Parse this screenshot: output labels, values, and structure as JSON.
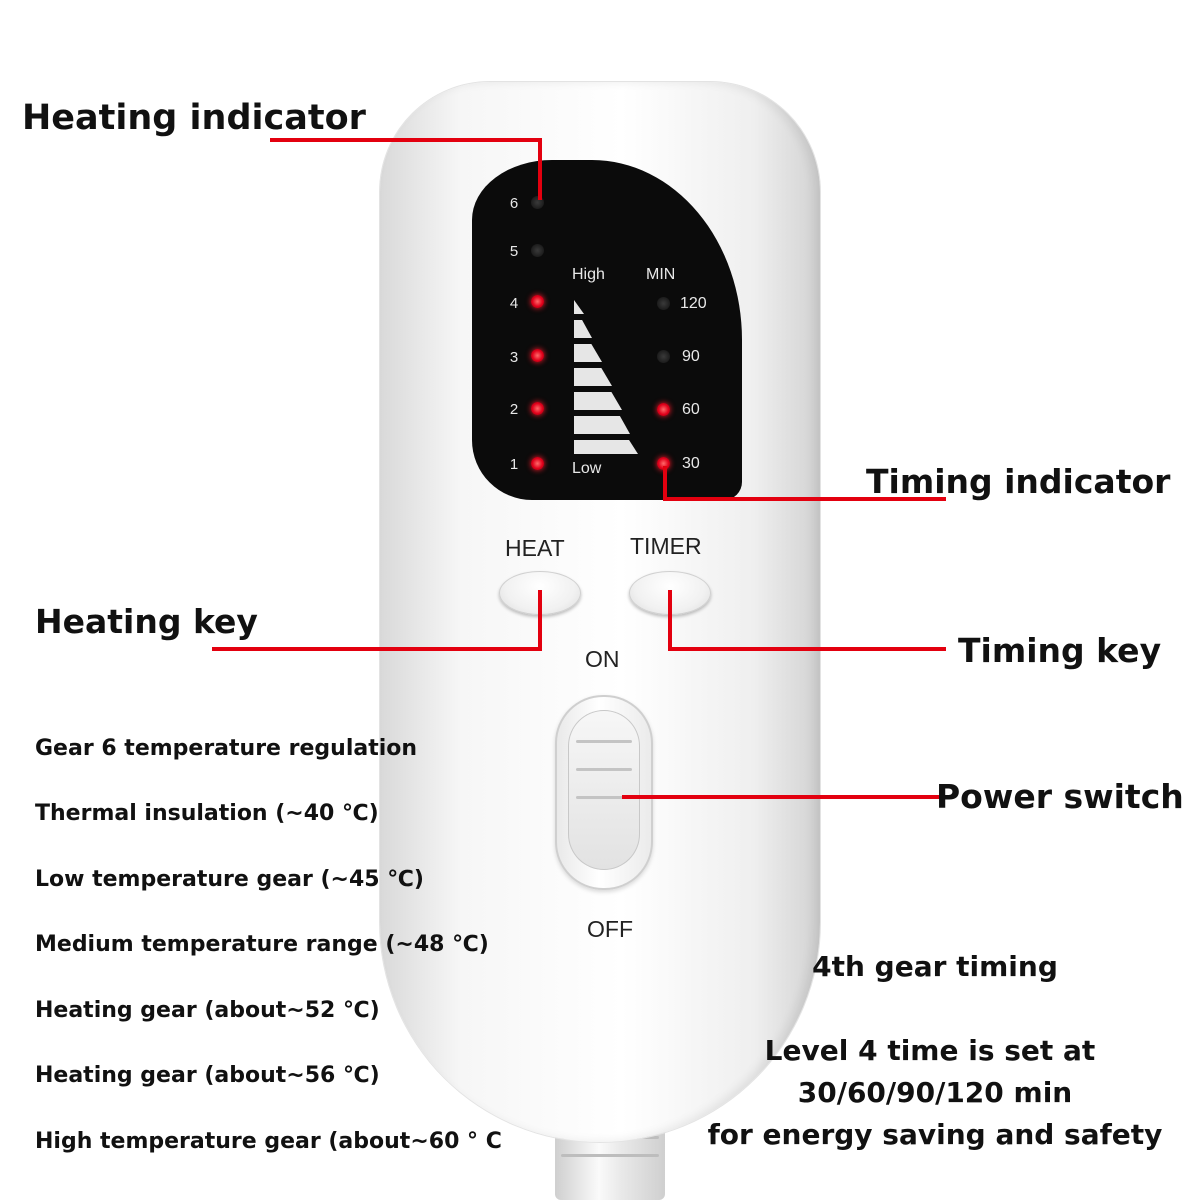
{
  "callouts": {
    "heating_indicator": "Heating indicator",
    "timing_indicator": "Timing indicator",
    "heating_key": "Heating key",
    "timing_key": "Timing key",
    "power_switch": "Power switch"
  },
  "display": {
    "heat_levels": [
      {
        "label": "6",
        "on": false
      },
      {
        "label": "5",
        "on": false
      },
      {
        "label": "4",
        "on": true
      },
      {
        "label": "3",
        "on": true
      },
      {
        "label": "2",
        "on": true
      },
      {
        "label": "1",
        "on": true
      }
    ],
    "scale_high": "High",
    "scale_low": "Low",
    "timer_unit": "MIN",
    "timer_levels": [
      {
        "label": "120",
        "on": false
      },
      {
        "label": "90",
        "on": false
      },
      {
        "label": "60",
        "on": true
      },
      {
        "label": "30",
        "on": true
      }
    ],
    "led_on_color": "#e0001a"
  },
  "keys": {
    "heat_label": "HEAT",
    "timer_label": "TIMER"
  },
  "switch": {
    "on_label": "ON",
    "off_label": "OFF"
  },
  "gear_info": [
    "Gear 6 temperature regulation",
    "Thermal insulation (~40 ℃)",
    "Low temperature gear (~45 ℃)",
    "Medium temperature range (~48 ℃)",
    "Heating gear (about~52 ℃)",
    "Heating gear (about~56 ℃)",
    "High temperature gear (about~60 ° C"
  ],
  "timing_note": {
    "title": "4th gear timing",
    "line1": "Level 4 time is set at",
    "line2": "30/60/90/120 min",
    "line3": "for energy saving and safety"
  },
  "accent_color": "#e3000f"
}
